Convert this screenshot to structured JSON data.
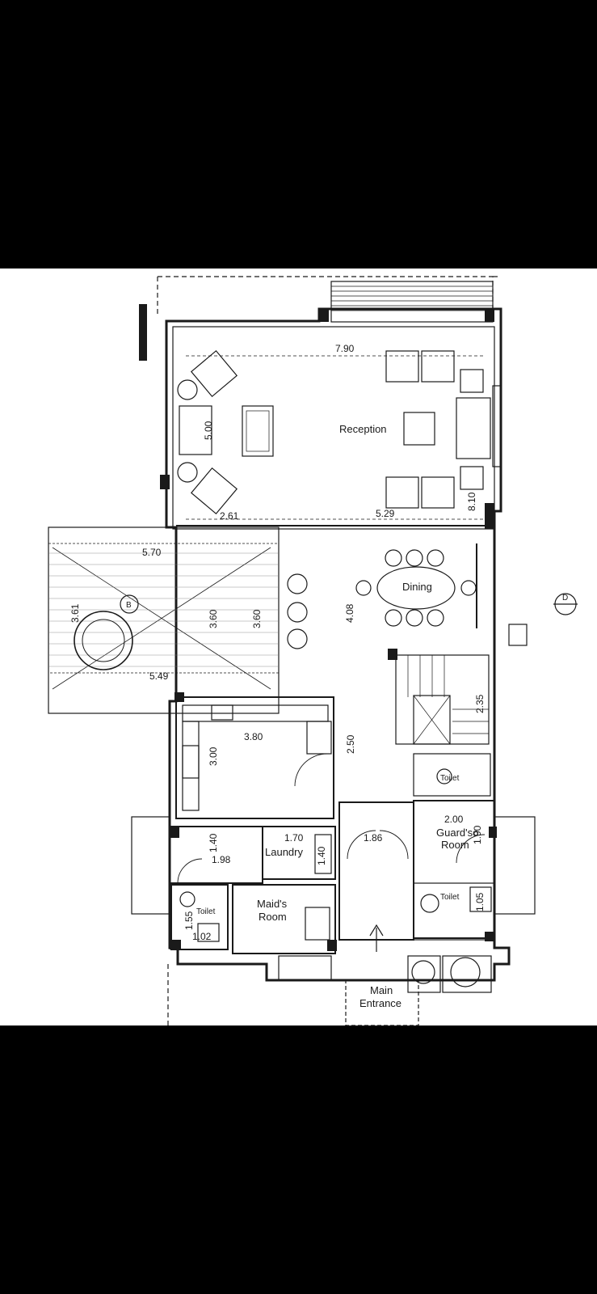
{
  "plan": {
    "rooms": {
      "reception": "Reception",
      "dining": "Dining",
      "laundry": "Laundry",
      "maids_room_line1": "Maid's",
      "maids_room_line2": "Room",
      "guards_room_line1": "Guard'so",
      "guards_room_line2": "Room",
      "toilet_left": "Toilet",
      "toilet_right": "Toilet",
      "toilet_stair": "Toilet",
      "main_entrance_line1": "Main",
      "main_entrance_line2": "Entrance"
    },
    "dimensions": {
      "reception_width": "7.90",
      "reception_depth": "5.00",
      "reception_left": "2.61",
      "reception_right": "5.29",
      "reception_side": "8.10",
      "terrace_width": "5.70",
      "terrace_depth": "3.61",
      "terrace_inner": "3.60",
      "terrace_inner_2": "3.60",
      "terrace_bottom": "5.49",
      "dining_depth": "4.08",
      "kitchen_width": "3.80",
      "kitchen_depth": "3.00",
      "hall_depth": "2.50",
      "stair_width": "2.35",
      "guard_width": "2.00",
      "guard_depth": "1.90",
      "laundry_width": "1.70",
      "laundry_depth": "1.40",
      "entry_width": "1.86",
      "passage_depth": "1.40",
      "passage_width": "1.98",
      "toilet_depth": "1.55",
      "toilet_width": "1.02",
      "toilet_right_depth": "1.05"
    },
    "markers": {
      "section_b": "B",
      "section_d": "D"
    }
  }
}
